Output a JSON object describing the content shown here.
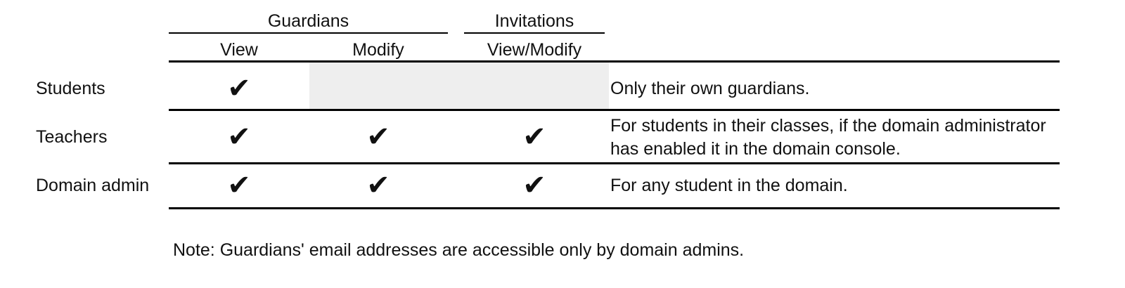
{
  "table": {
    "column_groups": [
      {
        "label": "Guardians",
        "spans": [
          "View",
          "Modify"
        ]
      },
      {
        "label": "Invitations",
        "spans": [
          "View/Modify"
        ]
      }
    ],
    "columns": [
      "View",
      "Modify",
      "View/Modify"
    ],
    "stub_header": "",
    "rows": [
      {
        "label": "Students",
        "cells": [
          {
            "state": "check",
            "mark": "✔"
          },
          {
            "state": "shaded",
            "mark": ""
          },
          {
            "state": "shaded",
            "mark": ""
          }
        ],
        "description": "Only their own guardians."
      },
      {
        "label": "Teachers",
        "cells": [
          {
            "state": "check",
            "mark": "✔"
          },
          {
            "state": "check",
            "mark": "✔"
          },
          {
            "state": "check",
            "mark": "✔"
          }
        ],
        "description": "For students in their classes, if the domain administrator has enabled it in the domain console."
      },
      {
        "label": "Domain admin",
        "cells": [
          {
            "state": "check",
            "mark": "✔"
          },
          {
            "state": "check",
            "mark": "✔"
          },
          {
            "state": "check",
            "mark": "✔"
          }
        ],
        "description": "For any student in the domain."
      }
    ]
  },
  "note": "Note: Guardians' email addresses are accessible only by domain admins.",
  "colors": {
    "rule": "#000000",
    "text": "#111111",
    "shaded_cell": "#eeeeee",
    "background": "#ffffff"
  }
}
